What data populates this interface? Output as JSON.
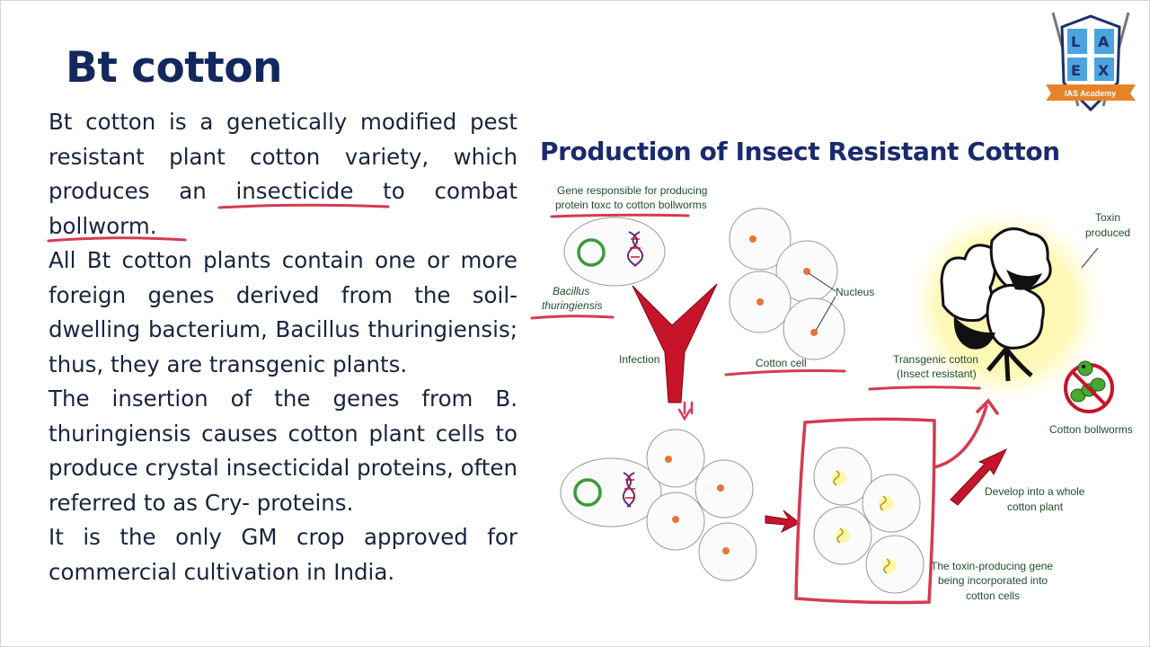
{
  "slide": {
    "title": "Bt cotton",
    "paragraphs": [
      {
        "before": "Bt cotton is a genetically modified pest resistant plant cotton variety, which produces an ",
        "underlined": "insecticide",
        "middle": " to combat ",
        "underlined2": "bollworm.",
        "after": ""
      },
      "All Bt cotton plants contain one or more foreign genes derived from the soil-dwelling bacterium, Bacillus thuringiensis; thus, they are transgenic plants.",
      "The insertion of the genes from B. thuringiensis causes cotton plant cells to produce crystal insecticidal proteins, often referred to as Cry- proteins.",
      "It is the only GM crop approved for commercial cultivation in India."
    ]
  },
  "logo": {
    "letters": [
      "L",
      "A",
      "E",
      "X"
    ],
    "ribbon": "IAS Academy",
    "colors": {
      "shield": "#4da3e0",
      "ribbon": "#e8822a",
      "border": "#1c2f6b"
    }
  },
  "diagram": {
    "title": "Production of Insect Resistant Cotton",
    "labels": {
      "gene_line1": "Gene responsible for producing",
      "gene_line2": "protein toxc to cotton bollworms",
      "bacillus_line1": "Bacillus",
      "bacillus_line2": "thuringiensis",
      "infection": "Infection",
      "nucleus": "Nucleus",
      "cotton_cell": "Cotton cell",
      "toxin_line1": "Toxin",
      "toxin_line2": "produced",
      "transgenic_line1": "Transgenic cotton",
      "transgenic_line2": "(Insect resistant)",
      "bollworms": "Cotton bollworms",
      "develop_line1": "Develop into a whole",
      "develop_line2": "cotton plant",
      "toxin_gene_line1": "The toxin-producing gene",
      "toxin_gene_line2": "being incorporated into",
      "toxin_gene_line3": "cotton cells"
    },
    "colors": {
      "arrow": "#c8142a",
      "annotation": "#d63a52",
      "cell_nucleus": "#e8743a",
      "plasmid": "#3a9a3a",
      "label": "#1f4d2b",
      "glow": "#fff7a8"
    }
  }
}
